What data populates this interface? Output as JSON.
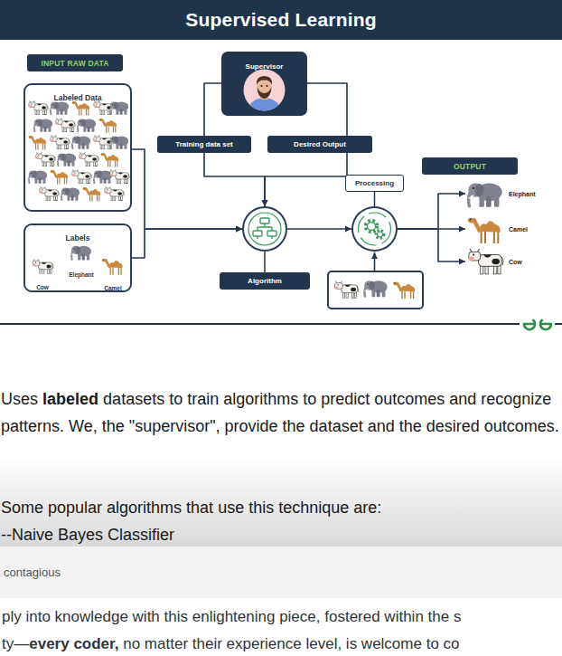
{
  "diagram": {
    "title": "Supervised Learning",
    "nodes": [
      {
        "text": [
          "INPUT RAW DATA"
        ]
      },
      {
        "text": [
          "Labeled Data"
        ]
      },
      {
        "text": [
          "Labels",
          "Elephant",
          "Cow",
          "Camel"
        ]
      },
      {
        "text": [
          "Supervisor"
        ]
      },
      {
        "text": [
          "Training data set"
        ]
      },
      {
        "text": [
          "Desired Output"
        ]
      },
      {
        "text": [
          "Algorithm"
        ]
      },
      {
        "text": [
          "Processing"
        ]
      },
      {
        "text": [
          "OUTPUT"
        ]
      },
      {
        "text": [
          "Elephant"
        ]
      },
      {
        "text": [
          "Camel"
        ]
      },
      {
        "text": [
          "Cow"
        ]
      }
    ],
    "edges": [
      {
        "from": 1,
        "to": 6,
        "arrow": "to"
      },
      {
        "from": 2,
        "to": 6,
        "arrow": "to"
      },
      {
        "from": 3,
        "to": 4,
        "arrow": "none"
      },
      {
        "from": 3,
        "to": 5,
        "arrow": "none"
      },
      {
        "from": 4,
        "to": 6,
        "arrow": "to"
      },
      {
        "from": 5,
        "to": 6,
        "arrow": "to"
      },
      {
        "from": 6,
        "to": 7,
        "arrow": "to"
      },
      {
        "from": 7,
        "to": 9,
        "arrow": "to"
      },
      {
        "from": 7,
        "to": 10,
        "arrow": "to"
      },
      {
        "from": 7,
        "to": 11,
        "arrow": "to"
      }
    ],
    "labels": [
      "Uses",
      "labeled",
      "datasets to train algorithms to predict outcomes and recognize patterns. We, the \"supervisor\", provide the dataset and the desired outcomes.",
      "Some popular algorithms that use this technique are:",
      "--Naive Bayes Classifier",
      "contagious",
      "ply into knowledge with this enlightening piece, fostered within the s",
      "ty—",
      "every coder,",
      "no matter their experience level, is welcome to co"
    ]
  }
}
